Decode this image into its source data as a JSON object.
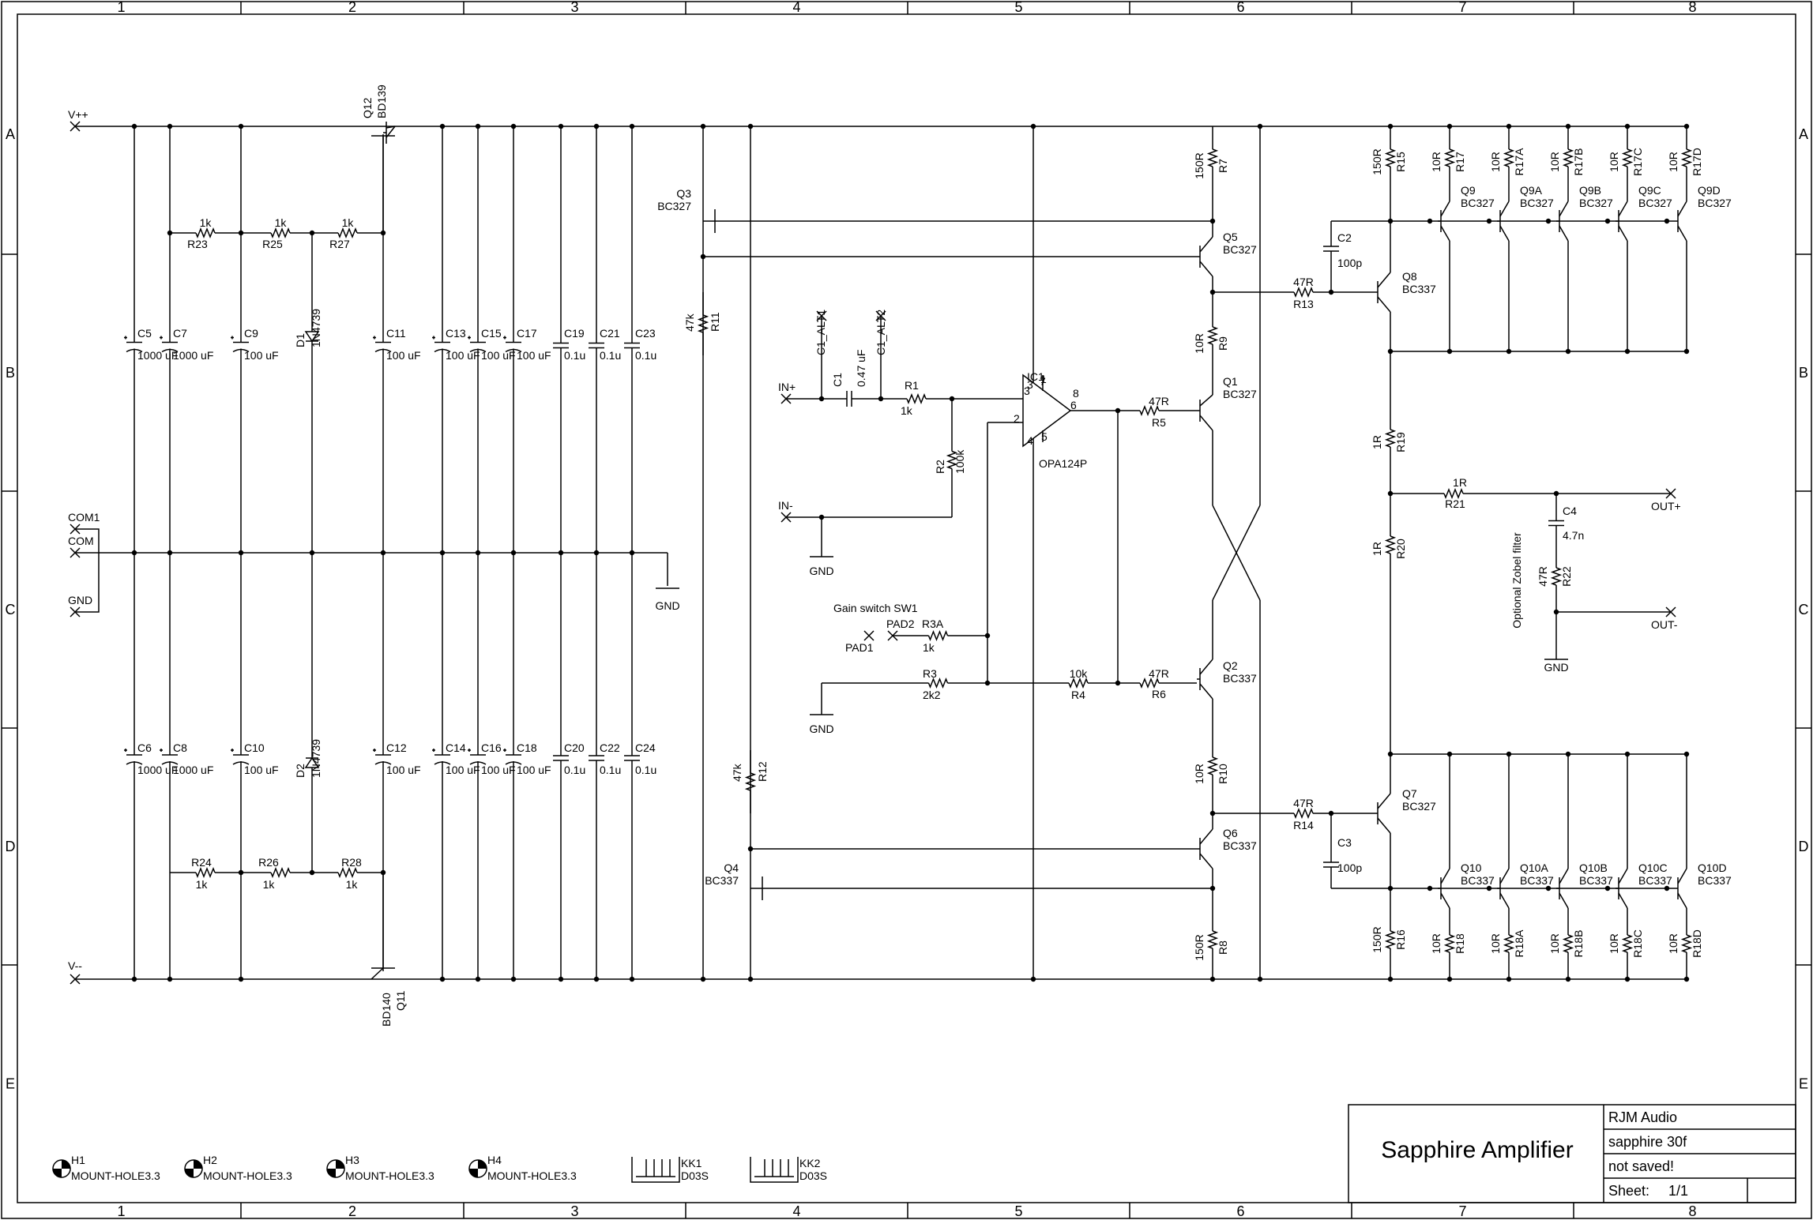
{
  "frame": {
    "columns": [
      "1",
      "2",
      "3",
      "4",
      "5",
      "6",
      "7",
      "8"
    ],
    "rows": [
      "A",
      "B",
      "C",
      "D",
      "E"
    ]
  },
  "title_block": {
    "title": "Sapphire Amplifier",
    "company": "RJM Audio",
    "revision": "sapphire 30f",
    "status": "not saved!",
    "sheet_label": "Sheet:",
    "sheet_value": "1/1"
  },
  "nets": {
    "vpp": "V++",
    "vmm": "V--",
    "com1": "COM1",
    "com": "COM",
    "gnd": "GND",
    "in_plus": "IN+",
    "in_minus": "IN-",
    "out_plus": "OUT+",
    "out_minus": "OUT-",
    "pad1": "PAD1",
    "pad2": "PAD2",
    "c1_alt1": "C1_ALT1",
    "c1_alt2": "C1_ALT2"
  },
  "notes": {
    "gain_switch": "Gain switch SW1",
    "zobel": "Optional Zobel filter"
  },
  "opamp": {
    "ref": "IC1",
    "value": "OPA124P",
    "p1": "1",
    "p2": "2",
    "p3": "3",
    "p4": "4",
    "p5": "5",
    "p6": "6",
    "p7": "7",
    "p8": "8"
  },
  "resistors": [
    {
      "ref": "R23",
      "value": "1k"
    },
    {
      "ref": "R25",
      "value": "1k"
    },
    {
      "ref": "R27",
      "value": "1k"
    },
    {
      "ref": "R24",
      "value": "1k"
    },
    {
      "ref": "R26",
      "value": "1k"
    },
    {
      "ref": "R28",
      "value": "1k"
    },
    {
      "ref": "R11",
      "value": "47k"
    },
    {
      "ref": "R12",
      "value": "47k"
    },
    {
      "ref": "R1",
      "value": "1k"
    },
    {
      "ref": "R2",
      "value": "100k"
    },
    {
      "ref": "R3A",
      "value": "1k"
    },
    {
      "ref": "R3",
      "value": "2k2"
    },
    {
      "ref": "R4",
      "value": "10k"
    },
    {
      "ref": "R5",
      "value": "47R"
    },
    {
      "ref": "R6",
      "value": "47R"
    },
    {
      "ref": "R7",
      "value": "150R"
    },
    {
      "ref": "R8",
      "value": "150R"
    },
    {
      "ref": "R9",
      "value": "10R"
    },
    {
      "ref": "R10",
      "value": "10R"
    },
    {
      "ref": "R13",
      "value": "47R"
    },
    {
      "ref": "R14",
      "value": "47R"
    },
    {
      "ref": "R15",
      "value": "150R"
    },
    {
      "ref": "R16",
      "value": "150R"
    },
    {
      "ref": "R17",
      "value": "10R"
    },
    {
      "ref": "R17A",
      "value": "10R"
    },
    {
      "ref": "R17B",
      "value": "10R"
    },
    {
      "ref": "R17C",
      "value": "10R"
    },
    {
      "ref": "R17D",
      "value": "10R"
    },
    {
      "ref": "R18",
      "value": "10R"
    },
    {
      "ref": "R18A",
      "value": "10R"
    },
    {
      "ref": "R18B",
      "value": "10R"
    },
    {
      "ref": "R18C",
      "value": "10R"
    },
    {
      "ref": "R18D",
      "value": "10R"
    },
    {
      "ref": "R19",
      "value": "1R"
    },
    {
      "ref": "R20",
      "value": "1R"
    },
    {
      "ref": "R21",
      "value": "1R"
    },
    {
      "ref": "R22",
      "value": "47R"
    }
  ],
  "capacitors": [
    {
      "ref": "C5",
      "value": "1000 uF"
    },
    {
      "ref": "C7",
      "value": "1000 uF"
    },
    {
      "ref": "C9",
      "value": "100 uF"
    },
    {
      "ref": "C11",
      "value": "100 uF"
    },
    {
      "ref": "C13",
      "value": "100 uF"
    },
    {
      "ref": "C15",
      "value": "100 uF"
    },
    {
      "ref": "C17",
      "value": "100 uF"
    },
    {
      "ref": "C19",
      "value": "0.1u"
    },
    {
      "ref": "C21",
      "value": "0.1u"
    },
    {
      "ref": "C23",
      "value": "0.1u"
    },
    {
      "ref": "C6",
      "value": "1000 uF"
    },
    {
      "ref": "C8",
      "value": "1000 uF"
    },
    {
      "ref": "C10",
      "value": "100 uF"
    },
    {
      "ref": "C12",
      "value": "100 uF"
    },
    {
      "ref": "C14",
      "value": "100 uF"
    },
    {
      "ref": "C16",
      "value": "100 uF"
    },
    {
      "ref": "C18",
      "value": "100 uF"
    },
    {
      "ref": "C20",
      "value": "0.1u"
    },
    {
      "ref": "C22",
      "value": "0.1u"
    },
    {
      "ref": "C24",
      "value": "0.1u"
    },
    {
      "ref": "C1",
      "value": "0.47 uF"
    },
    {
      "ref": "C2",
      "value": "100p"
    },
    {
      "ref": "C3",
      "value": "100p"
    },
    {
      "ref": "C4",
      "value": "4.7n"
    }
  ],
  "diodes": [
    {
      "ref": "D1",
      "value": "1N4739"
    },
    {
      "ref": "D2",
      "value": "1N4739"
    }
  ],
  "transistors": [
    {
      "ref": "Q12",
      "value": "BD139"
    },
    {
      "ref": "Q11",
      "value": "BD140"
    },
    {
      "ref": "Q3",
      "value": "BC327"
    },
    {
      "ref": "Q4",
      "value": "BC337"
    },
    {
      "ref": "Q5",
      "value": "BC327"
    },
    {
      "ref": "Q6",
      "value": "BC337"
    },
    {
      "ref": "Q1",
      "value": "BC327"
    },
    {
      "ref": "Q2",
      "value": "BC337"
    },
    {
      "ref": "Q8",
      "value": "BC337"
    },
    {
      "ref": "Q7",
      "value": "BC327"
    },
    {
      "ref": "Q9",
      "value": "BC327"
    },
    {
      "ref": "Q9A",
      "value": "BC327"
    },
    {
      "ref": "Q9B",
      "value": "BC327"
    },
    {
      "ref": "Q9C",
      "value": "BC327"
    },
    {
      "ref": "Q9D",
      "value": "BC327"
    },
    {
      "ref": "Q10",
      "value": "BC337"
    },
    {
      "ref": "Q10A",
      "value": "BC337"
    },
    {
      "ref": "Q10B",
      "value": "BC337"
    },
    {
      "ref": "Q10C",
      "value": "BC337"
    },
    {
      "ref": "Q10D",
      "value": "BC337"
    }
  ],
  "mounting": [
    {
      "ref": "H1",
      "value": "MOUNT-HOLE3.3"
    },
    {
      "ref": "H2",
      "value": "MOUNT-HOLE3.3"
    },
    {
      "ref": "H3",
      "value": "MOUNT-HOLE3.3"
    },
    {
      "ref": "H4",
      "value": "MOUNT-HOLE3.3"
    }
  ],
  "heatsinks": [
    {
      "ref": "KK1",
      "value": "D03S"
    },
    {
      "ref": "KK2",
      "value": "D03S"
    }
  ]
}
